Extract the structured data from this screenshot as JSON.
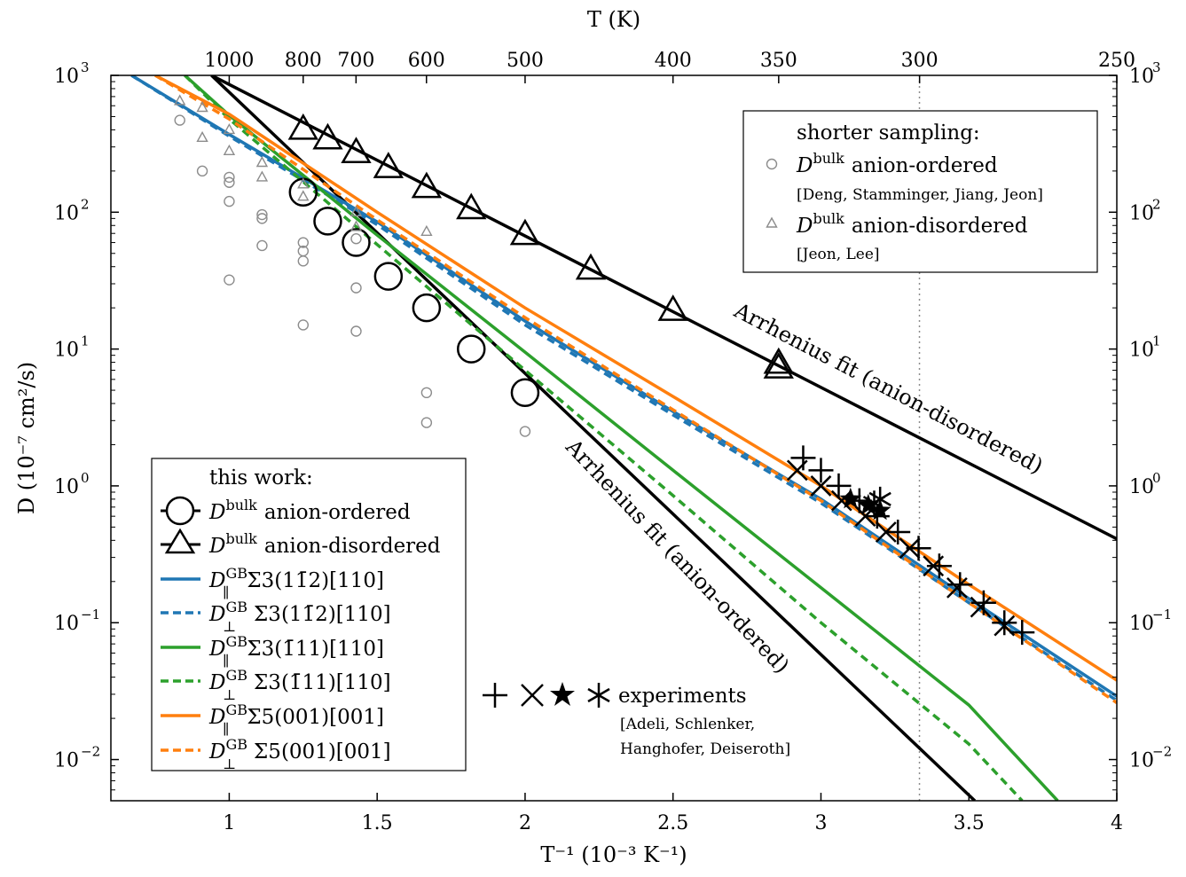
{
  "chart_data": {
    "type": "line",
    "xlabel": "T⁻¹ (10⁻³ K⁻¹)",
    "ylabel": "D (10⁻⁷ cm²/s)",
    "top_axis_label": "T (K)",
    "xlim": [
      0.6,
      4.0
    ],
    "ylim": [
      0.005,
      1000
    ],
    "yscale": "log",
    "x_ticks": [
      {
        "value": 1.0,
        "label": "1"
      },
      {
        "value": 1.5,
        "label": "1.5"
      },
      {
        "value": 2.0,
        "label": "2"
      },
      {
        "value": 2.5,
        "label": "2.5"
      },
      {
        "value": 3.0,
        "label": "3"
      },
      {
        "value": 3.5,
        "label": "3.5"
      },
      {
        "value": 4.0,
        "label": "4"
      }
    ],
    "top_ticks": [
      {
        "value": 1000,
        "label": "1000"
      },
      {
        "value": 800,
        "label": "800"
      },
      {
        "value": 700,
        "label": "700"
      },
      {
        "value": 600,
        "label": "600"
      },
      {
        "value": 500,
        "label": "500"
      },
      {
        "value": 400,
        "label": "400"
      },
      {
        "value": 350,
        "label": "350"
      },
      {
        "value": 300,
        "label": "300"
      },
      {
        "value": 250,
        "label": "250"
      }
    ],
    "y_ticks": [
      {
        "value": 1000,
        "base": "10",
        "exp": "3"
      },
      {
        "value": 100,
        "base": "10",
        "exp": "2"
      },
      {
        "value": 10,
        "base": "10",
        "exp": "1"
      },
      {
        "value": 1,
        "base": "10",
        "exp": "0"
      },
      {
        "value": 0.1,
        "base": "10",
        "exp": "−1"
      },
      {
        "value": 0.01,
        "base": "10",
        "exp": "−2"
      }
    ],
    "vline_x": 3.333,
    "colors": {
      "black": "#000000",
      "blue": "#1f77b4",
      "green": "#2ca02c",
      "orange": "#ff7f0e",
      "gray": "#8c8c8c"
    },
    "fit_lines": [
      {
        "key": "fit_ordered",
        "color": "#000000",
        "dashed": false,
        "points": [
          [
            0.94,
            1000
          ],
          [
            3.52,
            0.005
          ]
        ]
      },
      {
        "key": "fit_disordered",
        "color": "#000000",
        "dashed": false,
        "points": [
          [
            0.94,
            1000
          ],
          [
            4.0,
            0.41
          ]
        ]
      },
      {
        "key": "gb1_par",
        "color": "#1f77b4",
        "dashed": false,
        "points": [
          [
            0.67,
            1000
          ],
          [
            1.0,
            370
          ],
          [
            1.5,
            85
          ],
          [
            2.0,
            16
          ],
          [
            2.5,
            3.5
          ],
          [
            3.0,
            0.8
          ],
          [
            3.5,
            0.15
          ],
          [
            4.0,
            0.029
          ]
        ]
      },
      {
        "key": "gb1_perp",
        "color": "#1f77b4",
        "dashed": true,
        "points": [
          [
            0.67,
            1000
          ],
          [
            1.0,
            360
          ],
          [
            1.5,
            81
          ],
          [
            2.0,
            15
          ],
          [
            2.5,
            3.3
          ],
          [
            3.0,
            0.75
          ],
          [
            3.5,
            0.14
          ],
          [
            4.0,
            0.027
          ]
        ]
      },
      {
        "key": "gb2_par",
        "color": "#2ca02c",
        "dashed": false,
        "points": [
          [
            0.85,
            1000
          ],
          [
            1.0,
            510
          ],
          [
            1.5,
            68
          ],
          [
            2.0,
            9.5
          ],
          [
            2.5,
            1.3
          ],
          [
            3.0,
            0.18
          ],
          [
            3.5,
            0.025
          ],
          [
            3.8,
            0.005
          ]
        ]
      },
      {
        "key": "gb2_perp",
        "color": "#2ca02c",
        "dashed": true,
        "points": [
          [
            0.85,
            1000
          ],
          [
            1.0,
            480
          ],
          [
            1.5,
            58
          ],
          [
            2.0,
            7.0
          ],
          [
            2.5,
            0.85
          ],
          [
            3.0,
            0.1
          ],
          [
            3.5,
            0.013
          ],
          [
            3.68,
            0.005
          ]
        ]
      },
      {
        "key": "gb3_par",
        "color": "#ff7f0e",
        "dashed": false,
        "points": [
          [
            0.75,
            1000
          ],
          [
            1.0,
            520
          ],
          [
            1.5,
            100
          ],
          [
            2.0,
            20
          ],
          [
            2.5,
            4.5
          ],
          [
            3.0,
            1.0
          ],
          [
            3.5,
            0.19
          ],
          [
            4.0,
            0.038
          ]
        ]
      },
      {
        "key": "gb3_perp",
        "color": "#ff7f0e",
        "dashed": true,
        "points": [
          [
            0.75,
            1000
          ],
          [
            1.0,
            480
          ],
          [
            1.5,
            88
          ],
          [
            2.0,
            17
          ],
          [
            2.5,
            3.6
          ],
          [
            3.0,
            0.78
          ],
          [
            3.5,
            0.14
          ],
          [
            4.0,
            0.026
          ]
        ]
      }
    ],
    "series": [
      {
        "key": "bulk_ordered",
        "marker": "circle",
        "color": "#000000",
        "points": [
          [
            1.25,
            140
          ],
          [
            1.333,
            86
          ],
          [
            1.429,
            60
          ],
          [
            1.538,
            34
          ],
          [
            1.667,
            20
          ],
          [
            1.818,
            10
          ],
          [
            2.0,
            4.8
          ]
        ]
      },
      {
        "key": "bulk_disordered",
        "marker": "triangle",
        "color": "#000000",
        "points": [
          [
            1.25,
            400
          ],
          [
            1.333,
            340
          ],
          [
            1.429,
            270
          ],
          [
            1.538,
            210
          ],
          [
            1.667,
            150
          ],
          [
            1.818,
            105
          ],
          [
            2.0,
            68
          ],
          [
            2.222,
            38
          ],
          [
            2.5,
            19
          ],
          [
            2.857,
            7.8
          ],
          [
            2.857,
            7.2
          ]
        ]
      },
      {
        "key": "shorter_ordered",
        "marker": "circle-small",
        "color": "#8c8c8c",
        "points": [
          [
            0.833,
            470
          ],
          [
            0.909,
            200
          ],
          [
            1.0,
            180
          ],
          [
            1.0,
            165
          ],
          [
            1.0,
            120
          ],
          [
            1.0,
            32
          ],
          [
            1.111,
            96
          ],
          [
            1.111,
            90
          ],
          [
            1.111,
            57
          ],
          [
            1.25,
            60
          ],
          [
            1.25,
            52
          ],
          [
            1.25,
            44
          ],
          [
            1.25,
            15
          ],
          [
            1.429,
            64
          ],
          [
            1.429,
            28
          ],
          [
            1.429,
            13.5
          ],
          [
            1.667,
            4.8
          ],
          [
            1.667,
            2.9
          ],
          [
            2.0,
            2.5
          ]
        ]
      },
      {
        "key": "shorter_disordered",
        "marker": "triangle-small",
        "color": "#8c8c8c",
        "points": [
          [
            0.833,
            650
          ],
          [
            0.909,
            580
          ],
          [
            0.909,
            350
          ],
          [
            1.0,
            400
          ],
          [
            1.0,
            280
          ],
          [
            1.111,
            230
          ],
          [
            1.111,
            180
          ],
          [
            1.25,
            160
          ],
          [
            1.25,
            130
          ],
          [
            1.429,
            100
          ],
          [
            1.429,
            78
          ],
          [
            1.667,
            72
          ]
        ]
      },
      {
        "key": "exp_plus",
        "marker": "plus",
        "color": "#000000",
        "points": [
          [
            2.94,
            1.6
          ],
          [
            3.0,
            1.3
          ],
          [
            3.06,
            1.0
          ],
          [
            3.13,
            0.78
          ],
          [
            3.19,
            0.6
          ],
          [
            3.26,
            0.46
          ],
          [
            3.33,
            0.35
          ],
          [
            3.4,
            0.26
          ],
          [
            3.47,
            0.19
          ],
          [
            3.55,
            0.14
          ],
          [
            3.62,
            0.1
          ],
          [
            3.68,
            0.085
          ]
        ]
      },
      {
        "key": "exp_x",
        "marker": "x",
        "color": "#000000",
        "points": [
          [
            2.92,
            1.3
          ],
          [
            3.0,
            1.0
          ],
          [
            3.07,
            0.78
          ],
          [
            3.15,
            0.6
          ],
          [
            3.22,
            0.46
          ],
          [
            3.3,
            0.35
          ],
          [
            3.38,
            0.26
          ],
          [
            3.46,
            0.18
          ],
          [
            3.54,
            0.13
          ],
          [
            3.62,
            0.095
          ]
        ]
      },
      {
        "key": "exp_star",
        "marker": "star",
        "color": "#000000",
        "points": [
          [
            3.1,
            0.8
          ],
          [
            3.16,
            0.72
          ],
          [
            3.2,
            0.66
          ]
        ]
      },
      {
        "key": "exp_asterisk",
        "marker": "asterisk",
        "color": "#000000",
        "points": [
          [
            3.18,
            0.75
          ],
          [
            3.2,
            0.8
          ]
        ]
      }
    ],
    "annotations": {
      "fit_disordered": "Arrhenius fit (anion-disordered)",
      "fit_ordered": "Arrhenius fit (anion-ordered)"
    },
    "legend_this_work": {
      "title": "this work:",
      "items": [
        {
          "kind": "line-circle",
          "label_main": "D",
          "sup": "bulk",
          "text": "anion-ordered"
        },
        {
          "kind": "line-triangle",
          "label_main": "D",
          "sup": "bulk",
          "text": "anion-disordered"
        },
        {
          "kind": "line",
          "color": "#1f77b4",
          "dashed": false,
          "label_main": "D",
          "sup": "GB",
          "sub": "∥",
          "text": "Σ3(11̄2)[110]"
        },
        {
          "kind": "line",
          "color": "#1f77b4",
          "dashed": true,
          "label_main": "D",
          "sup": "GB",
          "sub": "⊥",
          "text": "Σ3(11̄2)[110]"
        },
        {
          "kind": "line",
          "color": "#2ca02c",
          "dashed": false,
          "label_main": "D",
          "sup": "GB",
          "sub": "∥",
          "text": "Σ3(1̄11)[110]"
        },
        {
          "kind": "line",
          "color": "#2ca02c",
          "dashed": true,
          "label_main": "D",
          "sup": "GB",
          "sub": "⊥",
          "text": "Σ3(1̄11)[110]"
        },
        {
          "kind": "line",
          "color": "#ff7f0e",
          "dashed": false,
          "label_main": "D",
          "sup": "GB",
          "sub": "∥",
          "text": "Σ5(001)[001]"
        },
        {
          "kind": "line",
          "color": "#ff7f0e",
          "dashed": true,
          "label_main": "D",
          "sup": "GB",
          "sub": "⊥",
          "text": "Σ5(001)[001]"
        }
      ]
    },
    "legend_shorter": {
      "title": "shorter sampling:",
      "items": [
        {
          "kind": "circle-small",
          "label_main": "D",
          "sup": "bulk",
          "text": "anion-ordered",
          "ref": "[Deng, Stamminger, Jiang, Jeon]"
        },
        {
          "kind": "triangle-small",
          "label_main": "D",
          "sup": "bulk",
          "text": "anion-disordered",
          "ref": "[Jeon, Lee]"
        }
      ]
    },
    "experiments_legend": {
      "label": "experiments",
      "ref_line1": "[Adeli, Schlenker,",
      "ref_line2": "Hanghofer, Deiseroth]"
    }
  }
}
